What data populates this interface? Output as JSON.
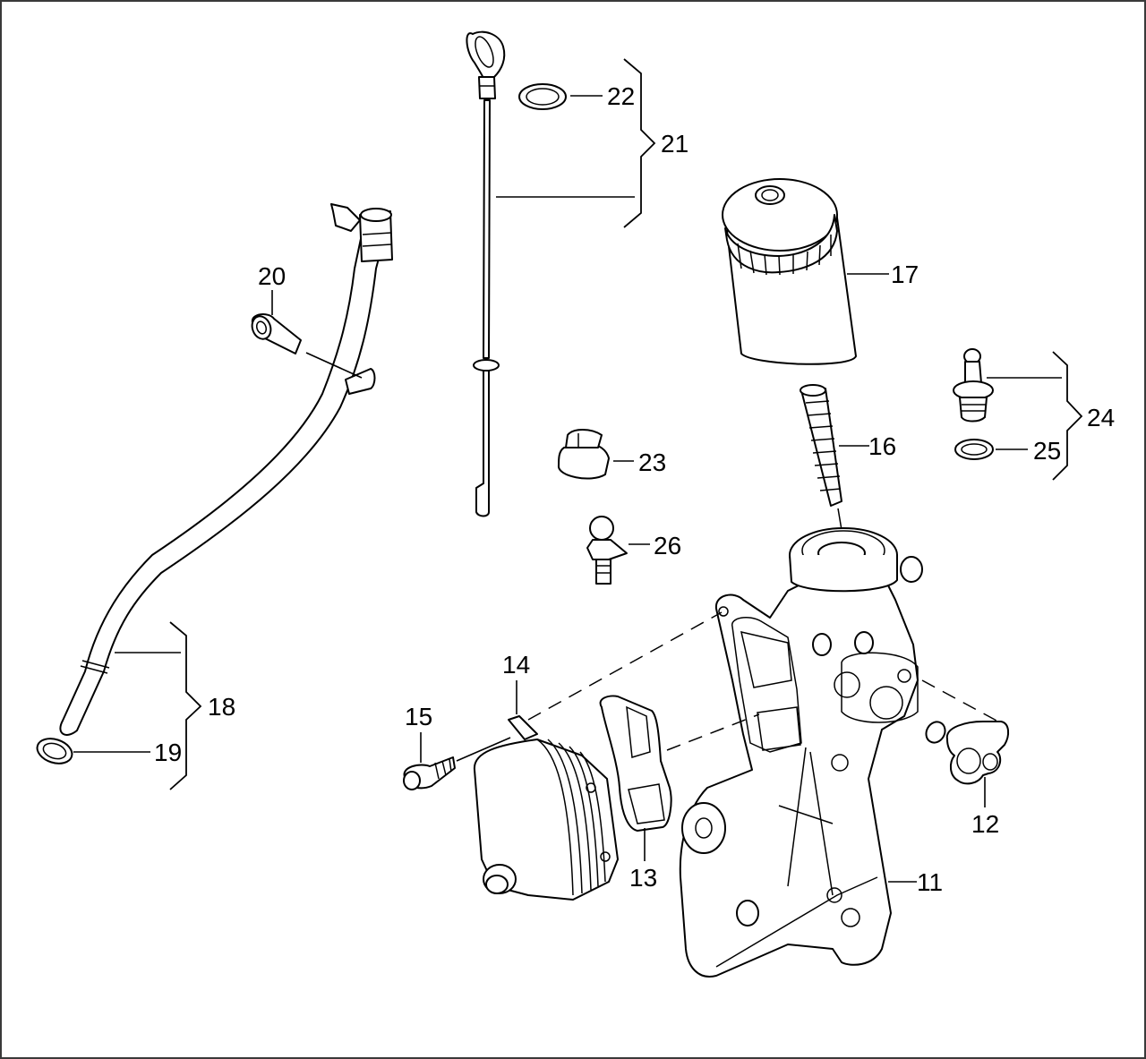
{
  "diagram": {
    "type": "exploded-parts-diagram",
    "parts": [
      {
        "id": "11",
        "label": "11"
      },
      {
        "id": "12",
        "label": "12"
      },
      {
        "id": "13",
        "label": "13"
      },
      {
        "id": "14",
        "label": "14"
      },
      {
        "id": "15",
        "label": "15"
      },
      {
        "id": "16",
        "label": "16"
      },
      {
        "id": "17",
        "label": "17"
      },
      {
        "id": "18",
        "label": "18"
      },
      {
        "id": "19",
        "label": "19"
      },
      {
        "id": "20",
        "label": "20"
      },
      {
        "id": "21",
        "label": "21"
      },
      {
        "id": "22",
        "label": "22"
      },
      {
        "id": "23",
        "label": "23"
      },
      {
        "id": "24",
        "label": "24"
      },
      {
        "id": "25",
        "label": "25"
      },
      {
        "id": "26",
        "label": "26"
      }
    ],
    "groups": [
      {
        "label": "18",
        "members": [
          "18",
          "19"
        ]
      },
      {
        "label": "21",
        "members": [
          "21",
          "22"
        ]
      },
      {
        "label": "24",
        "members": [
          "24",
          "25"
        ]
      }
    ],
    "colors": {
      "line": "#000000",
      "background": "#ffffff",
      "frame": "#3a3a3a"
    }
  }
}
